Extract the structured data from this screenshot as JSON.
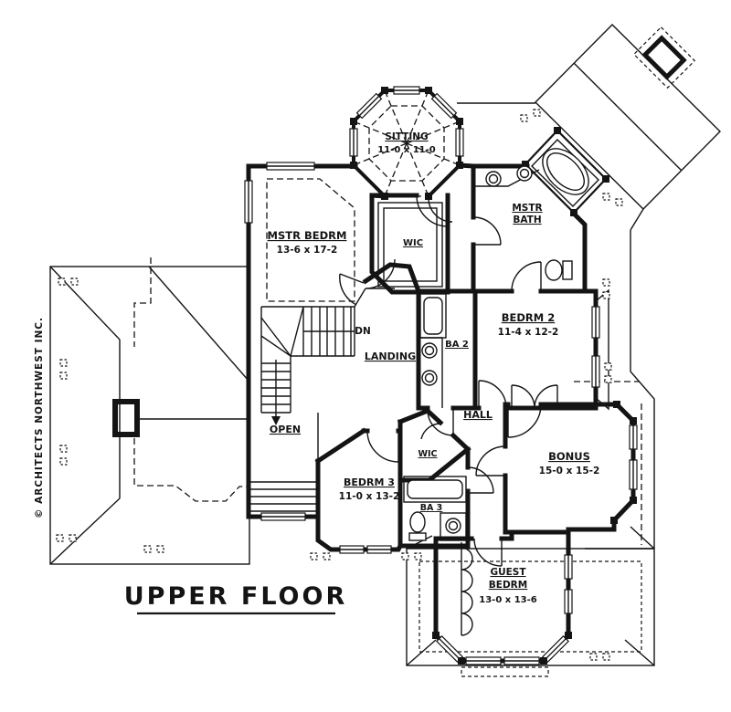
{
  "drawing": {
    "title": "UPPER FLOOR",
    "copyright": "© ARCHITECTS NORTHWEST INC.",
    "stairs_label": "DN",
    "rooms": [
      {
        "id": "sitting",
        "name": "SITTING",
        "dims": "11-0 x 11-0"
      },
      {
        "id": "mstr_bedrm",
        "name": "MSTR BEDRM",
        "dims": "13-6 x 17-2"
      },
      {
        "id": "mstr_bath",
        "line1": "MSTR",
        "line2": "BATH"
      },
      {
        "id": "wic_master",
        "name": "WIC"
      },
      {
        "id": "bedrm2",
        "name": "BEDRM 2",
        "dims": "11-4 x 12-2"
      },
      {
        "id": "ba2",
        "name": "BA 2"
      },
      {
        "id": "landing",
        "name": "LANDING"
      },
      {
        "id": "open",
        "name": "OPEN"
      },
      {
        "id": "hall",
        "name": "HALL"
      },
      {
        "id": "bedrm3",
        "name": "BEDRM 3",
        "dims": "11-0 x 13-2"
      },
      {
        "id": "wic_hall",
        "name": "WIC"
      },
      {
        "id": "ba3",
        "name": "BA 3"
      },
      {
        "id": "bonus",
        "name": "BONUS",
        "dims": "15-0 x 15-2"
      },
      {
        "id": "guest",
        "line1": "GUEST",
        "line2": "BEDRM",
        "dims": "13-0 x 13-6"
      }
    ]
  }
}
